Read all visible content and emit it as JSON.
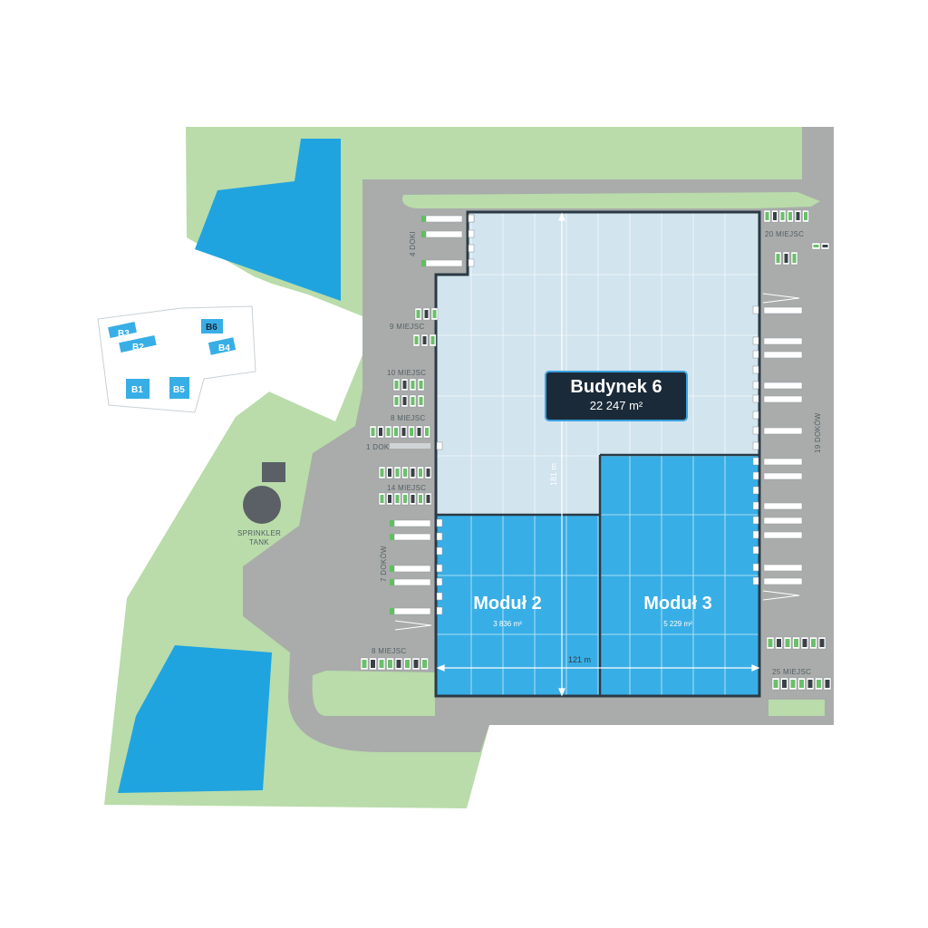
{
  "building": {
    "title": "Budynek 6",
    "area": "22 247 m²"
  },
  "modules": [
    {
      "name": "Moduł 2",
      "area": "3 836 m²"
    },
    {
      "name": "Moduł 3",
      "area": "5 229 m²"
    }
  ],
  "dimensions": {
    "height": "181 m",
    "width": "121 m"
  },
  "labels": {
    "docks_4": "4 DOKI",
    "parking_20": "20 MIEJSC",
    "parking_9": "9 MIEJSC",
    "parking_10": "10 MIEJSC",
    "parking_8_top": "8 MIEJSC",
    "dock_1": "1 DOK",
    "parking_14": "14 MIEJSC",
    "docks_7": "7 DOKÓW",
    "parking_8_bottom": "8 MIEJSC",
    "parking_25": "25 MIEJSC",
    "docks_19": "19 DOKÓW",
    "sprinkler_line1": "SPRINKLER",
    "sprinkler_line2": "TANK"
  },
  "site_plan": {
    "buildings": [
      "B3",
      "B2",
      "B6",
      "B4",
      "B1",
      "B5"
    ]
  },
  "colors": {
    "grass": "#b9dcaa",
    "road": "#a9acaa",
    "water": "#1fa4e0",
    "building_light": "#d2e4ee",
    "module": "#38aee6",
    "outline": "#2b3a46",
    "label_bg": "#1b2a38"
  }
}
